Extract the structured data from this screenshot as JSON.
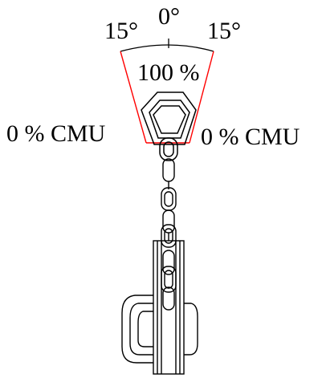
{
  "diagram": {
    "angle_left": "15°",
    "angle_center": "0°",
    "angle_right": "15°",
    "load_center": "100 %",
    "load_left": "0 % CMU",
    "load_right": "0 % CMU",
    "colors": {
      "line": "#000000",
      "sector": "#ff0000",
      "background": "#ffffff"
    },
    "components": [
      "master-link",
      "lifting-chain",
      "hoist-body"
    ]
  }
}
